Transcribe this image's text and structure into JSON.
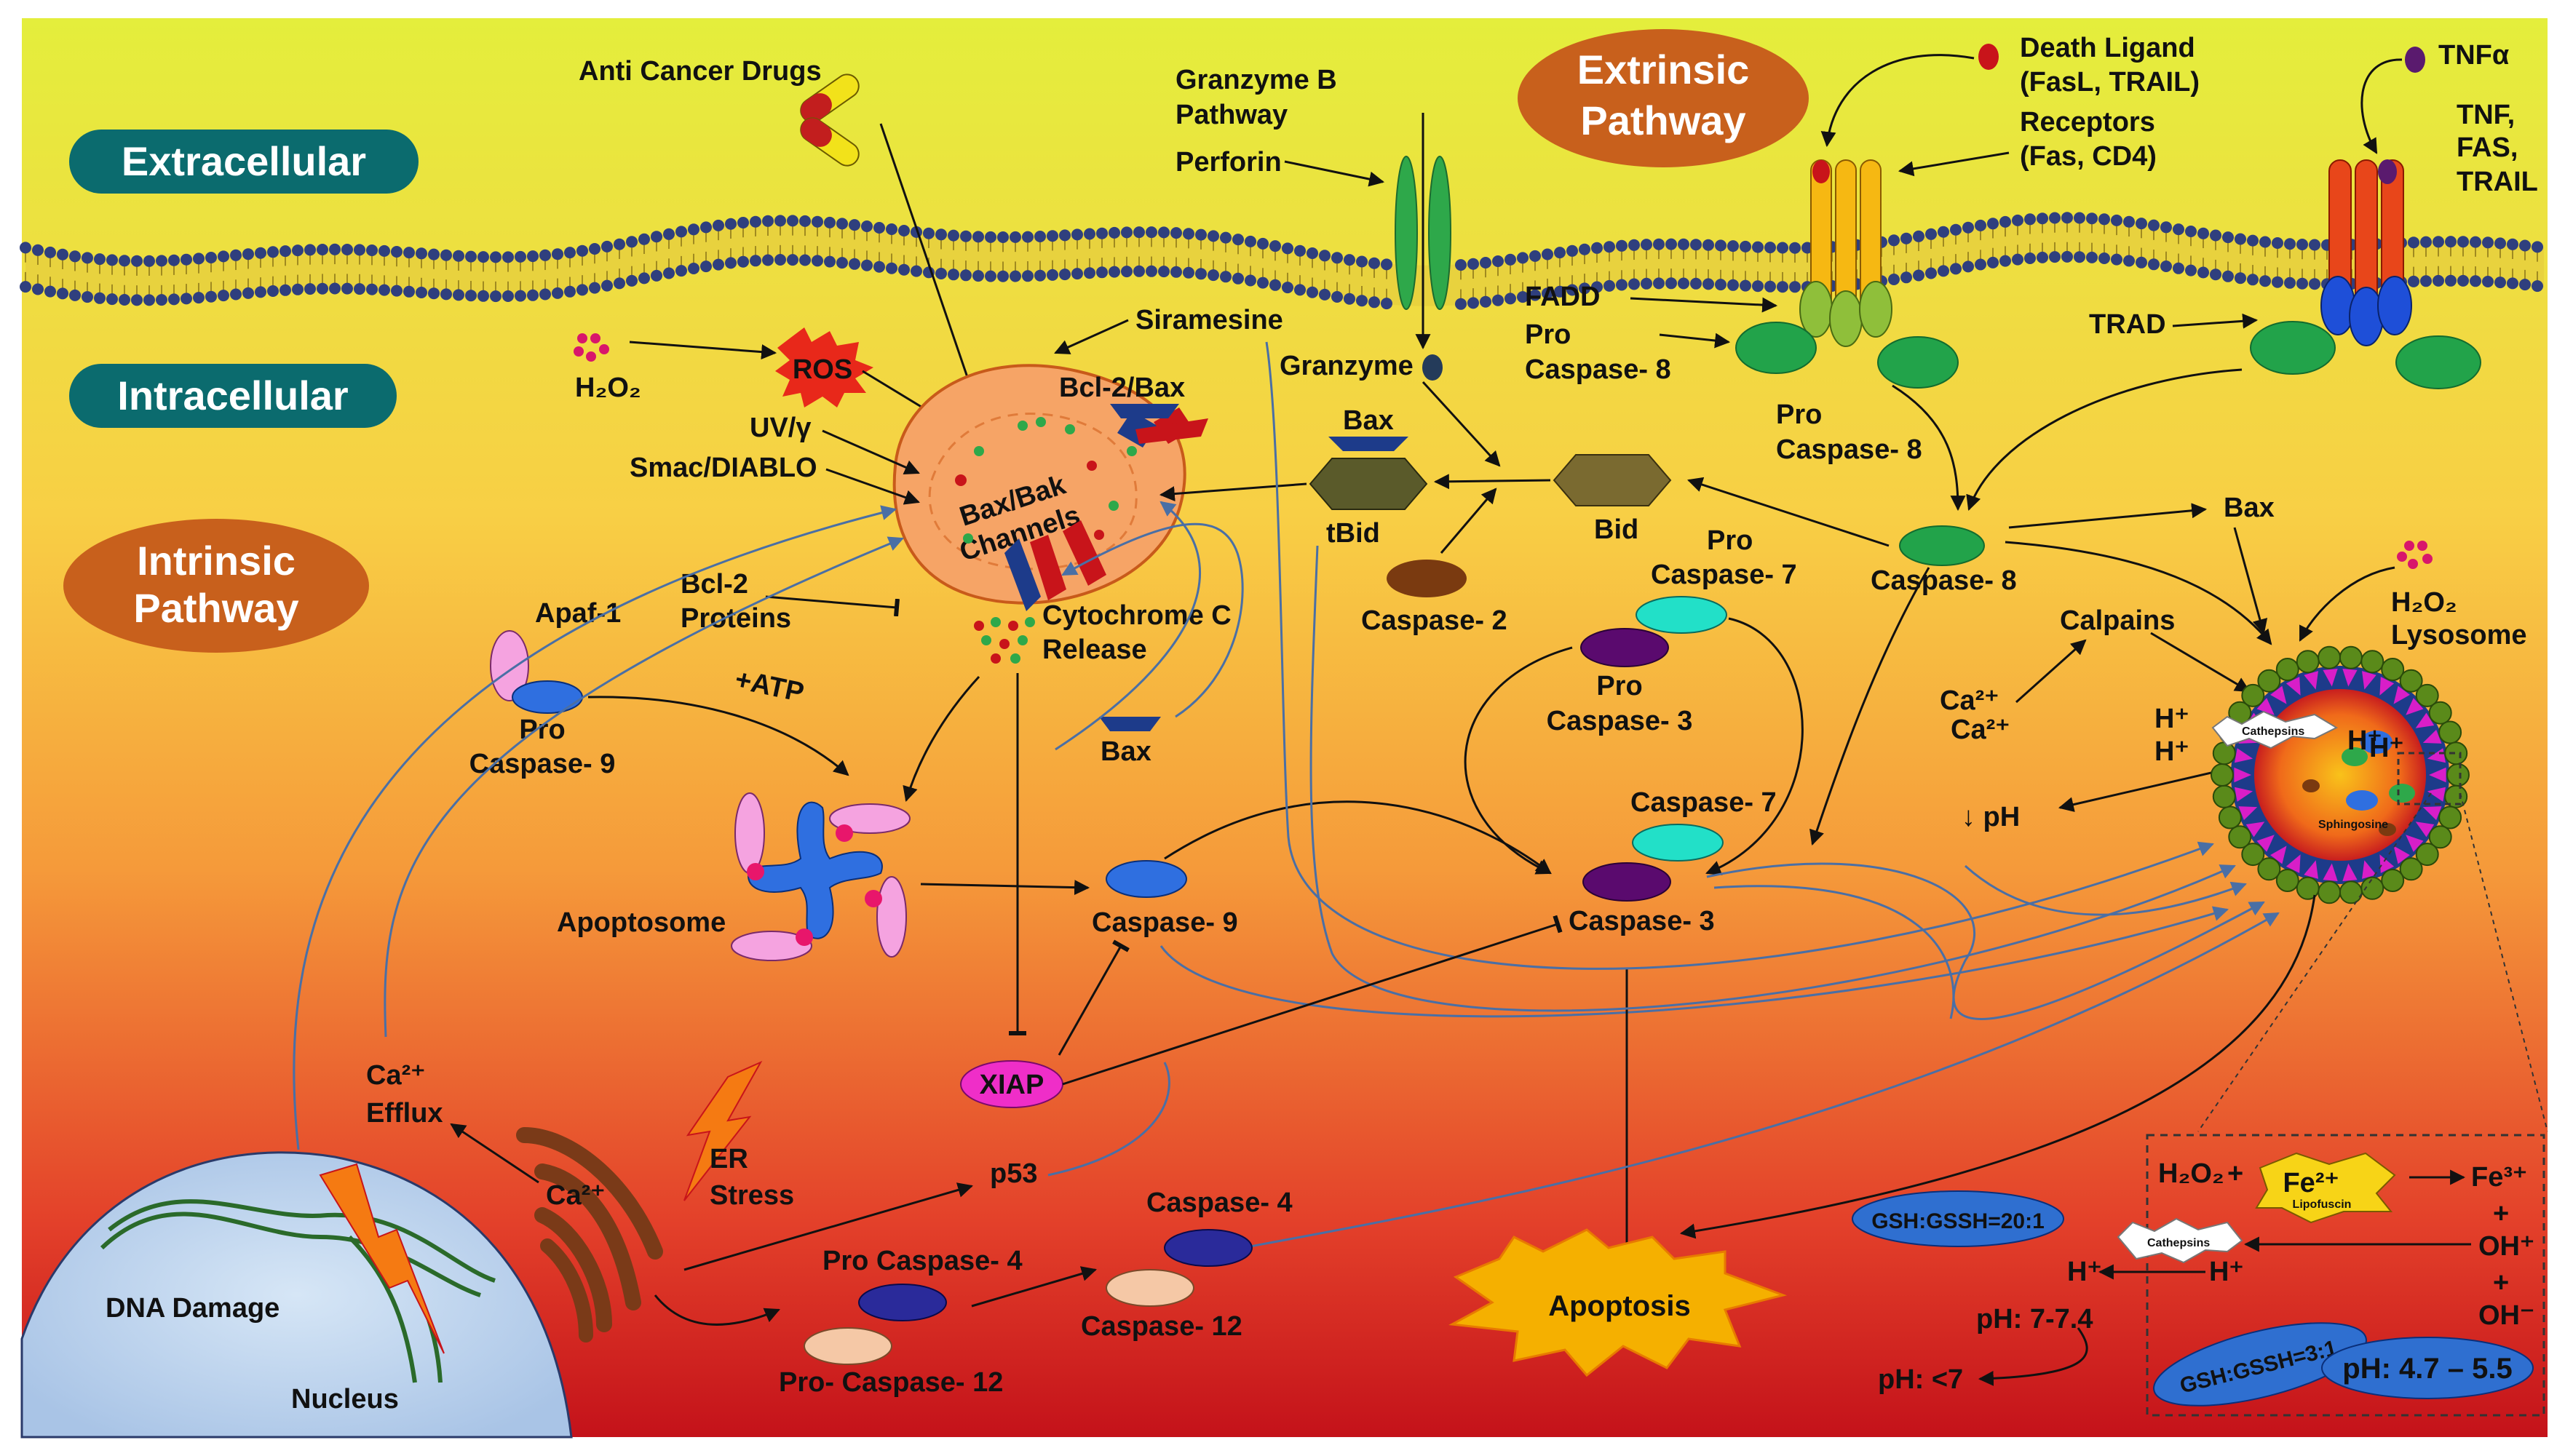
{
  "regions": {
    "extracellular": "Extracellular",
    "intracellular": "Intracellular",
    "intrinsic_line1": "Intrinsic",
    "intrinsic_line2": "Pathway",
    "extrinsic_line1": "Extrinsic",
    "extrinsic_line2": "Pathway"
  },
  "labels": {
    "anti_cancer_drugs": "Anti Cancer Drugs",
    "granzyme_b_line1": "Granzyme B",
    "granzyme_b_line2": "Pathway",
    "perforin": "Perforin",
    "death_ligand_line1": "Death Ligand",
    "death_ligand_line2": "(FasL, TRAIL)",
    "receptors_line1": "Receptors",
    "receptors_line2": "(Fas, CD4)",
    "tnfa": "TNFα",
    "tnf_line1": "TNF,",
    "tnf_line2": "FAS,",
    "tnf_line3": "TRAIL",
    "siramesine": "Siramesine",
    "granzyme": "Granzyme",
    "fadd": "FADD",
    "pro_caspase8_top_line1": "Pro",
    "pro_caspase8_top_line2": "Caspase- 8",
    "trad": "TRAD",
    "h2o2_left": "H₂O₂",
    "ros": "ROS",
    "bcl2_bax": "Bcl-2/Bax",
    "uv": "UV/γ",
    "smac": "Smac/DIABLO",
    "bax_bak_line1": "Bax/Bak",
    "bax_bak_line2": "Channels",
    "bax_top": "Bax",
    "tbid": "tBid",
    "bid": "Bid",
    "pro_caspase8_mid_line1": "Pro",
    "pro_caspase8_mid_line2": "Caspase- 8",
    "bax_right": "Bax",
    "caspase8": "Caspase- 8",
    "h2o2_lyso": "H₂O₂",
    "lysosome": "Lysosome",
    "apaf1": "Apaf-1",
    "bcl2_proteins_line1": "Bcl-2",
    "bcl2_proteins_line2": "Proteins",
    "cyto_c_line1": "Cytochrome C",
    "cyto_c_line2": "Release",
    "caspase2": "Caspase- 2",
    "pro_caspase7_line1": "Pro",
    "pro_caspase7_line2": "Caspase- 7",
    "calpains": "Calpains",
    "atp": "+ATP",
    "pro_caspase9_line1": "Pro",
    "pro_caspase9_line2": "Caspase- 9",
    "bax_lower": "Bax",
    "pro_caspase3_line1": "Pro",
    "pro_caspase3_line2": "Caspase- 3",
    "ca_line1": "Ca²⁺",
    "ca_line2": "Ca²⁺",
    "h_plus_1": "H⁺",
    "h_plus_2": "H⁺",
    "cathepsins_top": "Cathepsins",
    "sphingosine": "Sphingosine",
    "ph_down": "↓ pH",
    "caspase7": "Caspase- 7",
    "apoptosome": "Apoptosome",
    "caspase9": "Caspase- 9",
    "caspase3": "Caspase- 3",
    "ca_efflux_line1": "Ca²⁺",
    "ca_efflux_line2": "Efflux",
    "xiap": "XIAP",
    "er_stress_line1": "ER",
    "er_stress_line2": "Stress",
    "ca_er": "Ca²⁺",
    "p53": "p53",
    "caspase4": "Caspase- 4",
    "pro_caspase4": "Pro Caspase- 4",
    "caspase12": "Caspase- 12",
    "pro_caspase12": "Pro- Caspase- 12",
    "dna_damage": "DNA Damage",
    "nucleus": "Nucleus",
    "apoptosis": "Apoptosis",
    "gsh_20": "GSH:GSSH=20:1",
    "ph_neutral": "pH: 7-7.4",
    "ph_low": "pH: <7",
    "inset_h2o2": "H₂O₂",
    "fe2": "Fe²⁺",
    "lipofuscin": "Lipofuscin",
    "fe3": "Fe³⁺",
    "plus_1": "+",
    "oh_plus": "OH⁺",
    "plus_2": "+",
    "oh_minus": "OH⁻",
    "inset_h_left": "H⁺",
    "inset_h_right": "H⁺",
    "cathepsins_inset": "Cathepsins",
    "gsh_3": "GSH:GSSH=3:1",
    "ph_acid": "pH: 4.7 – 5.5"
  },
  "colors": {
    "bg_top": "#e6ef3a",
    "bg_mid": "#f7b43c",
    "bg_bottom": "#c8141a",
    "region_teal": "#0b6b6e",
    "pathway_orange": "#c8601c",
    "membrane_head": "#2f3f7e",
    "membrane_tail": "#e8d23e",
    "arrow_blue": "#4a6fa5"
  }
}
